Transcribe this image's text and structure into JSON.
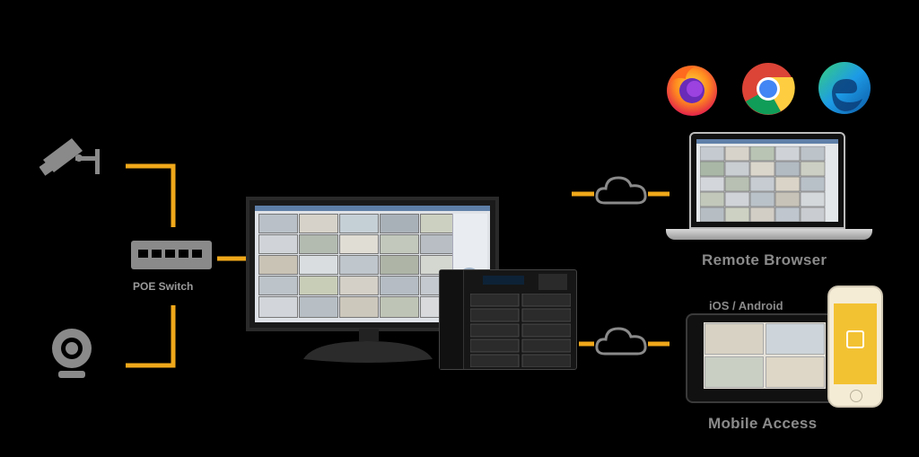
{
  "poe_switch": {
    "label": "POE Switch"
  },
  "remote_browser": {
    "label": "Remote Browser"
  },
  "mobile_access": {
    "label": "Mobile Access"
  },
  "store_badges": {
    "text": "iOS / Android"
  },
  "browsers": [
    "firefox-icon",
    "chrome-icon",
    "edge-icon"
  ],
  "colors": {
    "connector": "#f0a81a",
    "gray_icon": "#8a8a8a",
    "background": "#000000"
  }
}
